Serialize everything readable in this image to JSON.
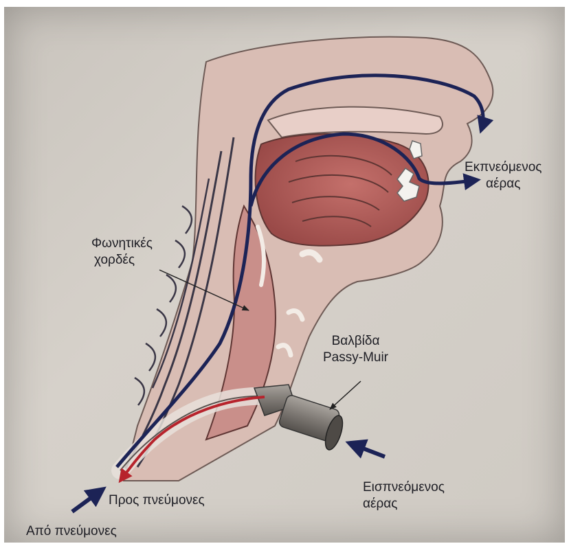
{
  "colors": {
    "airway_arrow": "#1c2356",
    "tube_red": "#b7232c",
    "tissue": "#c98f8a",
    "tongue": "#b8605c",
    "background": "#cfcac3"
  },
  "labels": {
    "vocal_cords": {
      "line1": "Φωνητικές",
      "line2": "χορδές"
    },
    "exhaled_air": {
      "line1": "Εκπνεόμενος",
      "line2": "αέρας"
    },
    "valve": {
      "line1": "Βαλβίδα",
      "line2": "Passy-Muir"
    },
    "inhaled_air": {
      "line1": "Εισπνεόμενος",
      "line2": "αέρας"
    },
    "to_lungs": "Προς πνεύμονες",
    "from_lungs": "Από πνεύμονες"
  }
}
